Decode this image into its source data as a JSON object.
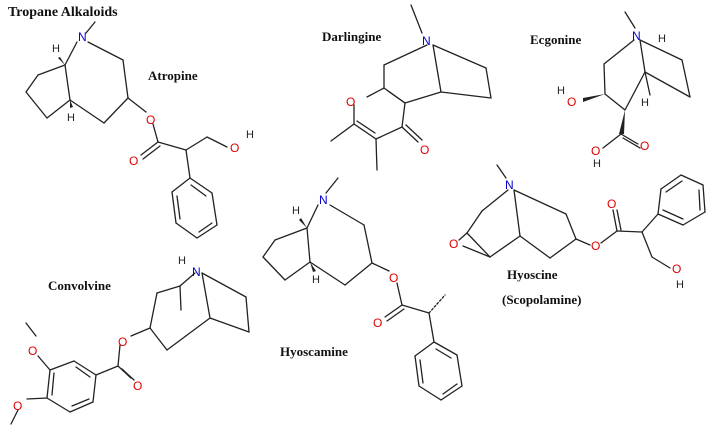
{
  "title": "Tropane Alkaloids",
  "compounds": {
    "atropine": "Atropine",
    "darlingine": "Darlingine",
    "ecgonine": "Ecgonine",
    "convolvine": "Convolvine",
    "hyoscamine": "Hyoscamine",
    "hyoscine": "Hyoscine",
    "hyoscine_alt": "(Scopolamine)"
  },
  "atoms": {
    "N": "N",
    "O": "O",
    "H": "H",
    "HO": "HO",
    "OH": "OH"
  },
  "colors": {
    "oxygen": "#e00000",
    "nitrogen": "#0000cc",
    "bond": "#222222"
  }
}
